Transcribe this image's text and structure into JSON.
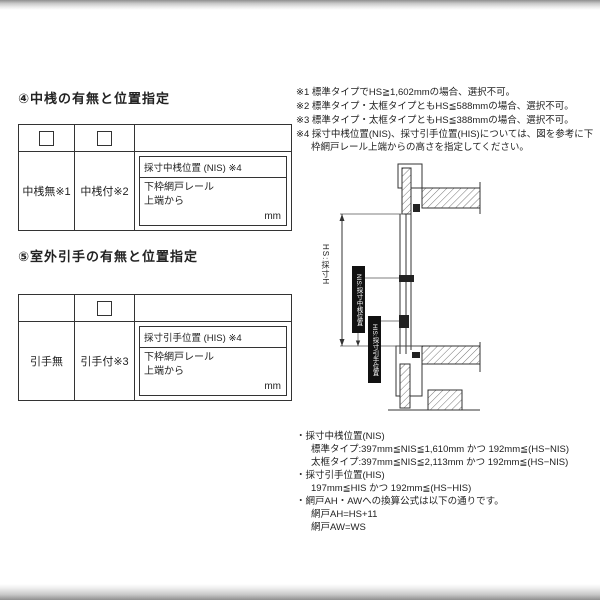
{
  "colors": {
    "border": "#333333",
    "text": "#222222",
    "label_bg": "#111111",
    "label_fg": "#ffffff"
  },
  "section4": {
    "heading": "④中桟の有無と位置指定",
    "option_none": "中桟無※1",
    "option_with": "中桟付※2",
    "inner": {
      "title": "採寸中桟位置 (NIS) ※4",
      "desc1": "下枠網戸レール",
      "desc2": "上端から",
      "unit": "mm"
    }
  },
  "section5": {
    "heading": "⑤室外引手の有無と位置指定",
    "option_none": "引手無",
    "option_with": "引手付※3",
    "inner": {
      "title": "採寸引手位置 (HIS) ※4",
      "desc1": "下枠網戸レール",
      "desc2": "上端から",
      "unit": "mm"
    }
  },
  "notes_top": [
    "※1 標準タイプでHS≧1,602mmの場合、選択不可。",
    "※2 標準タイプ・太框タイプともHS≦588mmの場合、選択不可。",
    "※3 標準タイプ・太框タイプともHS≦388mmの場合、選択不可。",
    "※4 採寸中桟位置(NIS)、採寸引手位置(HIS)については、図を参考に下枠網戸レール上端からの高さを指定してください。"
  ],
  "diagram": {
    "hs_label": "HS:採寸H",
    "nis_label": "NIS:採寸中桟位置",
    "his_label": "HIS:採寸引手位置"
  },
  "notes_bottom": [
    "・採寸中桟位置(NIS)",
    "標準タイプ:397mm≦NIS≦1,610mm かつ 192mm≦(HS−NIS)",
    "太框タイプ:397mm≦NIS≦2,113mm かつ 192mm≦(HS−NIS)",
    "・採寸引手位置(HIS)",
    "197mm≦HIS かつ 192mm≦(HS−HIS)",
    "・網戸AH・AWへの換算公式は以下の通りです。",
    "網戸AH=HS+11",
    "網戸AW=WS"
  ]
}
